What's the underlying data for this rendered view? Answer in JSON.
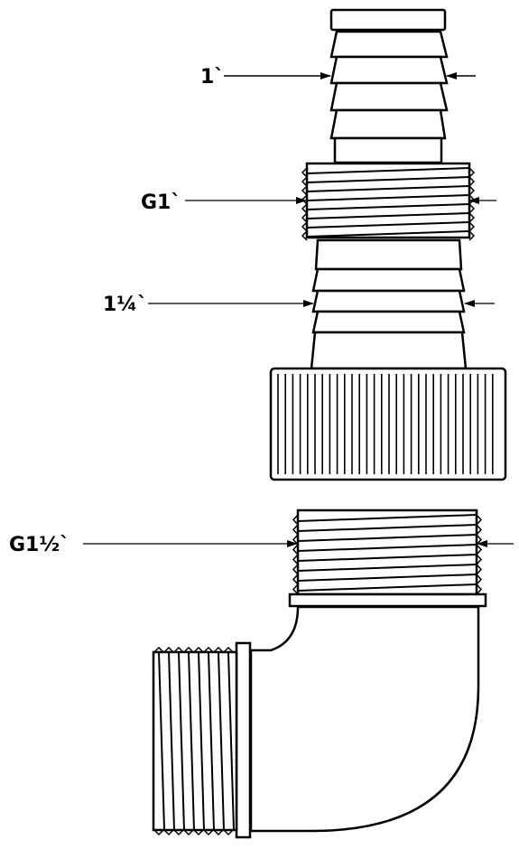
{
  "labels": {
    "barb_top": "1`",
    "thread_upper": "G1`",
    "barb_lower": "1¼`",
    "thread_lower": "G1½`"
  },
  "colors": {
    "ink": "#000000",
    "paper": "#ffffff"
  }
}
